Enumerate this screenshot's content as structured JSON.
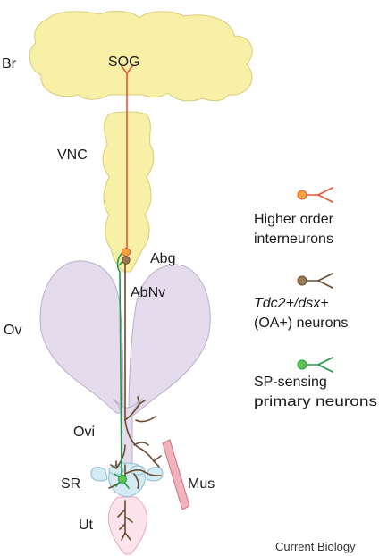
{
  "colors": {
    "brain_fill": "#f8f0a6",
    "brain_stroke": "#d8cc78",
    "ovary_fill": "#e4dced",
    "ovary_stroke": "#b9aec9",
    "uterus_fill": "#fde3ec",
    "uterus_stroke": "#e8a9bd",
    "sr_fill": "#d4ebf5",
    "sr_stroke": "#8fbcd0",
    "muscle_fill": "#f0b3bb",
    "muscle_stroke": "#cd7480",
    "interneuron": "#e8553a",
    "interneuron_soma": "#f7a23a",
    "oa_neuron": "#6b4a2e",
    "oa_soma": "#9a7a58",
    "sp_neuron": "#1f9a45",
    "sp_soma": "#62c54f"
  },
  "labels": {
    "br": "Br",
    "sog": "SOG",
    "vnc": "VNC",
    "abg": "Abg",
    "abnv": "AbNv",
    "ov": "Ov",
    "ovi": "Ovi",
    "sr": "SR",
    "mus": "Mus",
    "ut": "Ut"
  },
  "legend": [
    {
      "line1": "Higher order",
      "line2": "interneurons",
      "type": "interneuron"
    },
    {
      "line1_italic": "Tdc2+/dsx+",
      "line2": "(OA+) neurons",
      "type": "oa"
    },
    {
      "line1": "SP-sensing",
      "line2": "primary neurons",
      "type": "sp"
    }
  ],
  "credit": "Current Biology"
}
